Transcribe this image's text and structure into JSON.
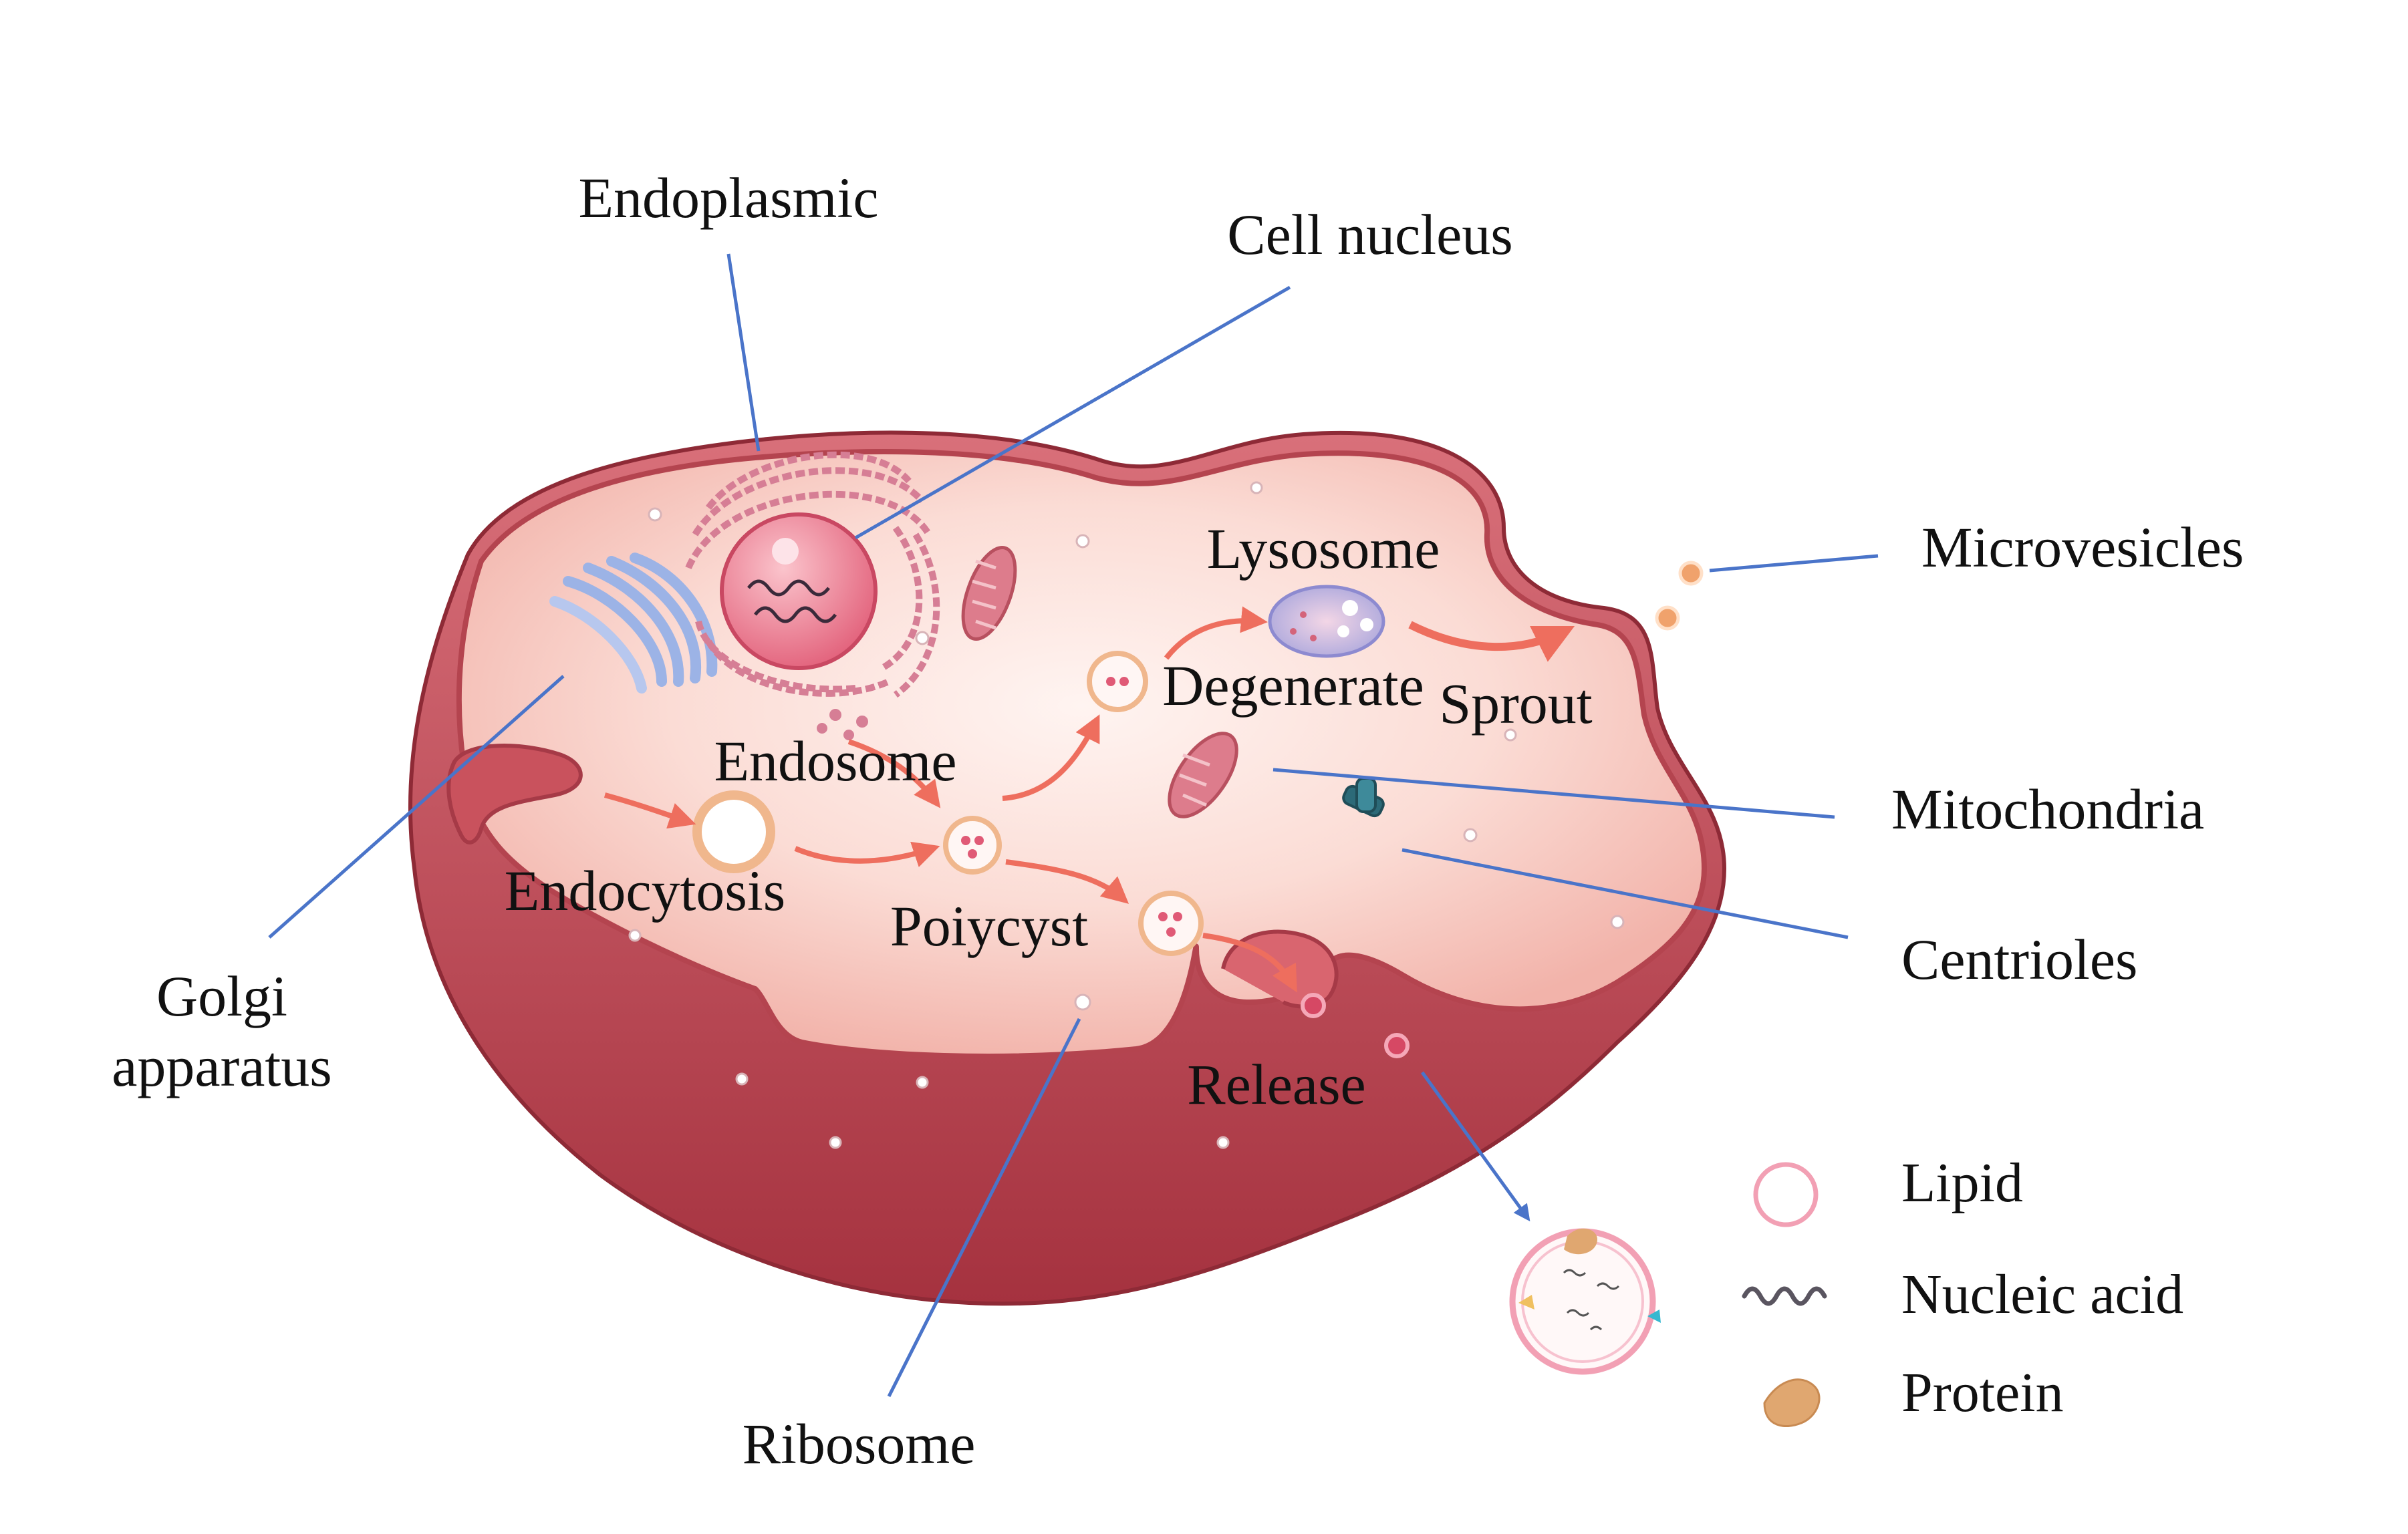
{
  "labels": {
    "endoplasmic": "Endoplasmic",
    "cell_nucleus": "Cell nucleus",
    "microvesicles": "Microvesicles",
    "lysosome": "Lysosome",
    "degenerate": "Degenerate",
    "sprout": "Sprout",
    "endosome": "Endosome",
    "mitochondria": "Mitochondria",
    "endocytosis": "Endocytosis",
    "poiycyst": "Poiycyst",
    "centrioles": "Centrioles",
    "golgi_line1": "Golgi",
    "golgi_line2": "apparatus",
    "release": "Release",
    "ribosome": "Ribosome"
  },
  "legend": {
    "items": [
      {
        "label": "Lipid",
        "icon": "lipid-ring-icon"
      },
      {
        "label": "Nucleic acid",
        "icon": "nucleic-acid-icon"
      },
      {
        "label": "Protein",
        "icon": "protein-icon"
      }
    ]
  },
  "colors": {
    "leader_line": "#4a74c9",
    "arrow": "#ee6e5e",
    "membrane": "#b4444f",
    "cytoplasm": "#f7c9c1"
  }
}
